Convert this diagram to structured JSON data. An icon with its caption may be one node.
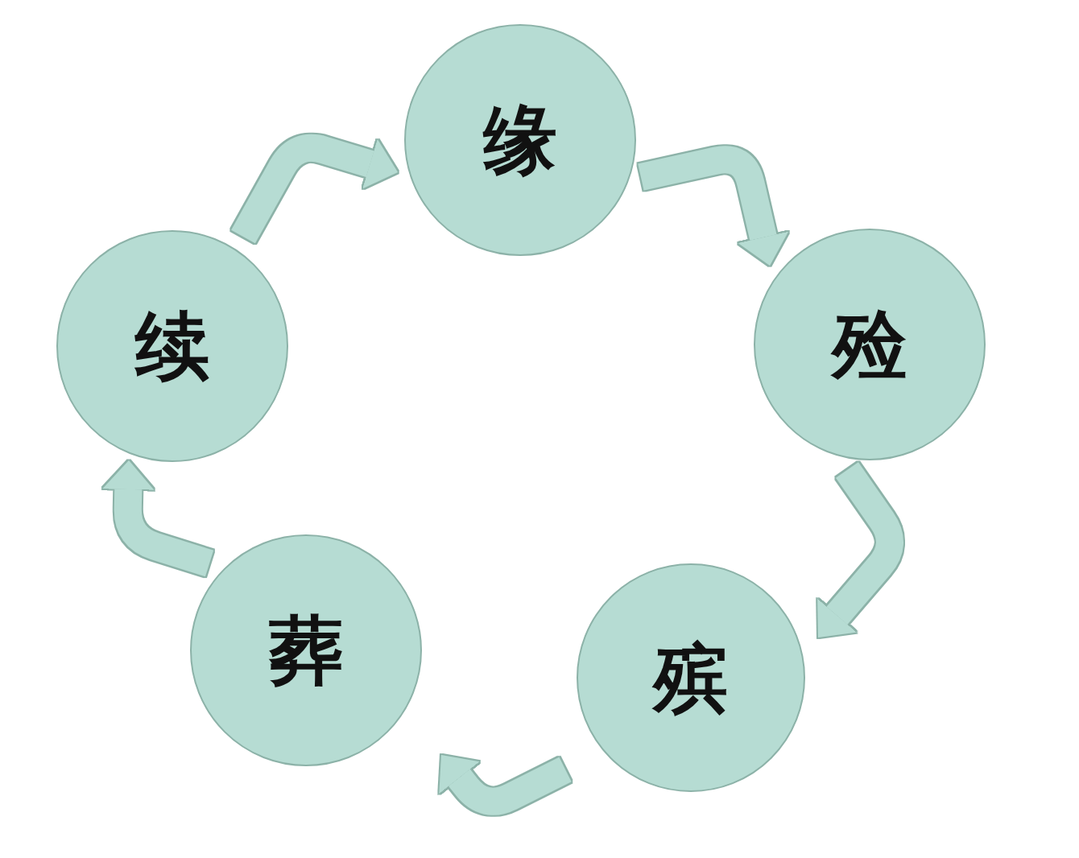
{
  "diagram": {
    "nodes": [
      {
        "text": [
          "缘"
        ]
      },
      {
        "text": [
          "殓"
        ]
      },
      {
        "text": [
          "殡"
        ]
      },
      {
        "text": [
          "葬"
        ]
      },
      {
        "text": [
          "续"
        ]
      }
    ],
    "edges": [
      {
        "from": 0,
        "to": 1,
        "arrow": "to"
      },
      {
        "from": 1,
        "to": 2,
        "arrow": "to"
      },
      {
        "from": 2,
        "to": 3,
        "arrow": "to"
      },
      {
        "from": 3,
        "to": 4,
        "arrow": "to"
      },
      {
        "from": 4,
        "to": 0,
        "arrow": "to"
      }
    ]
  }
}
